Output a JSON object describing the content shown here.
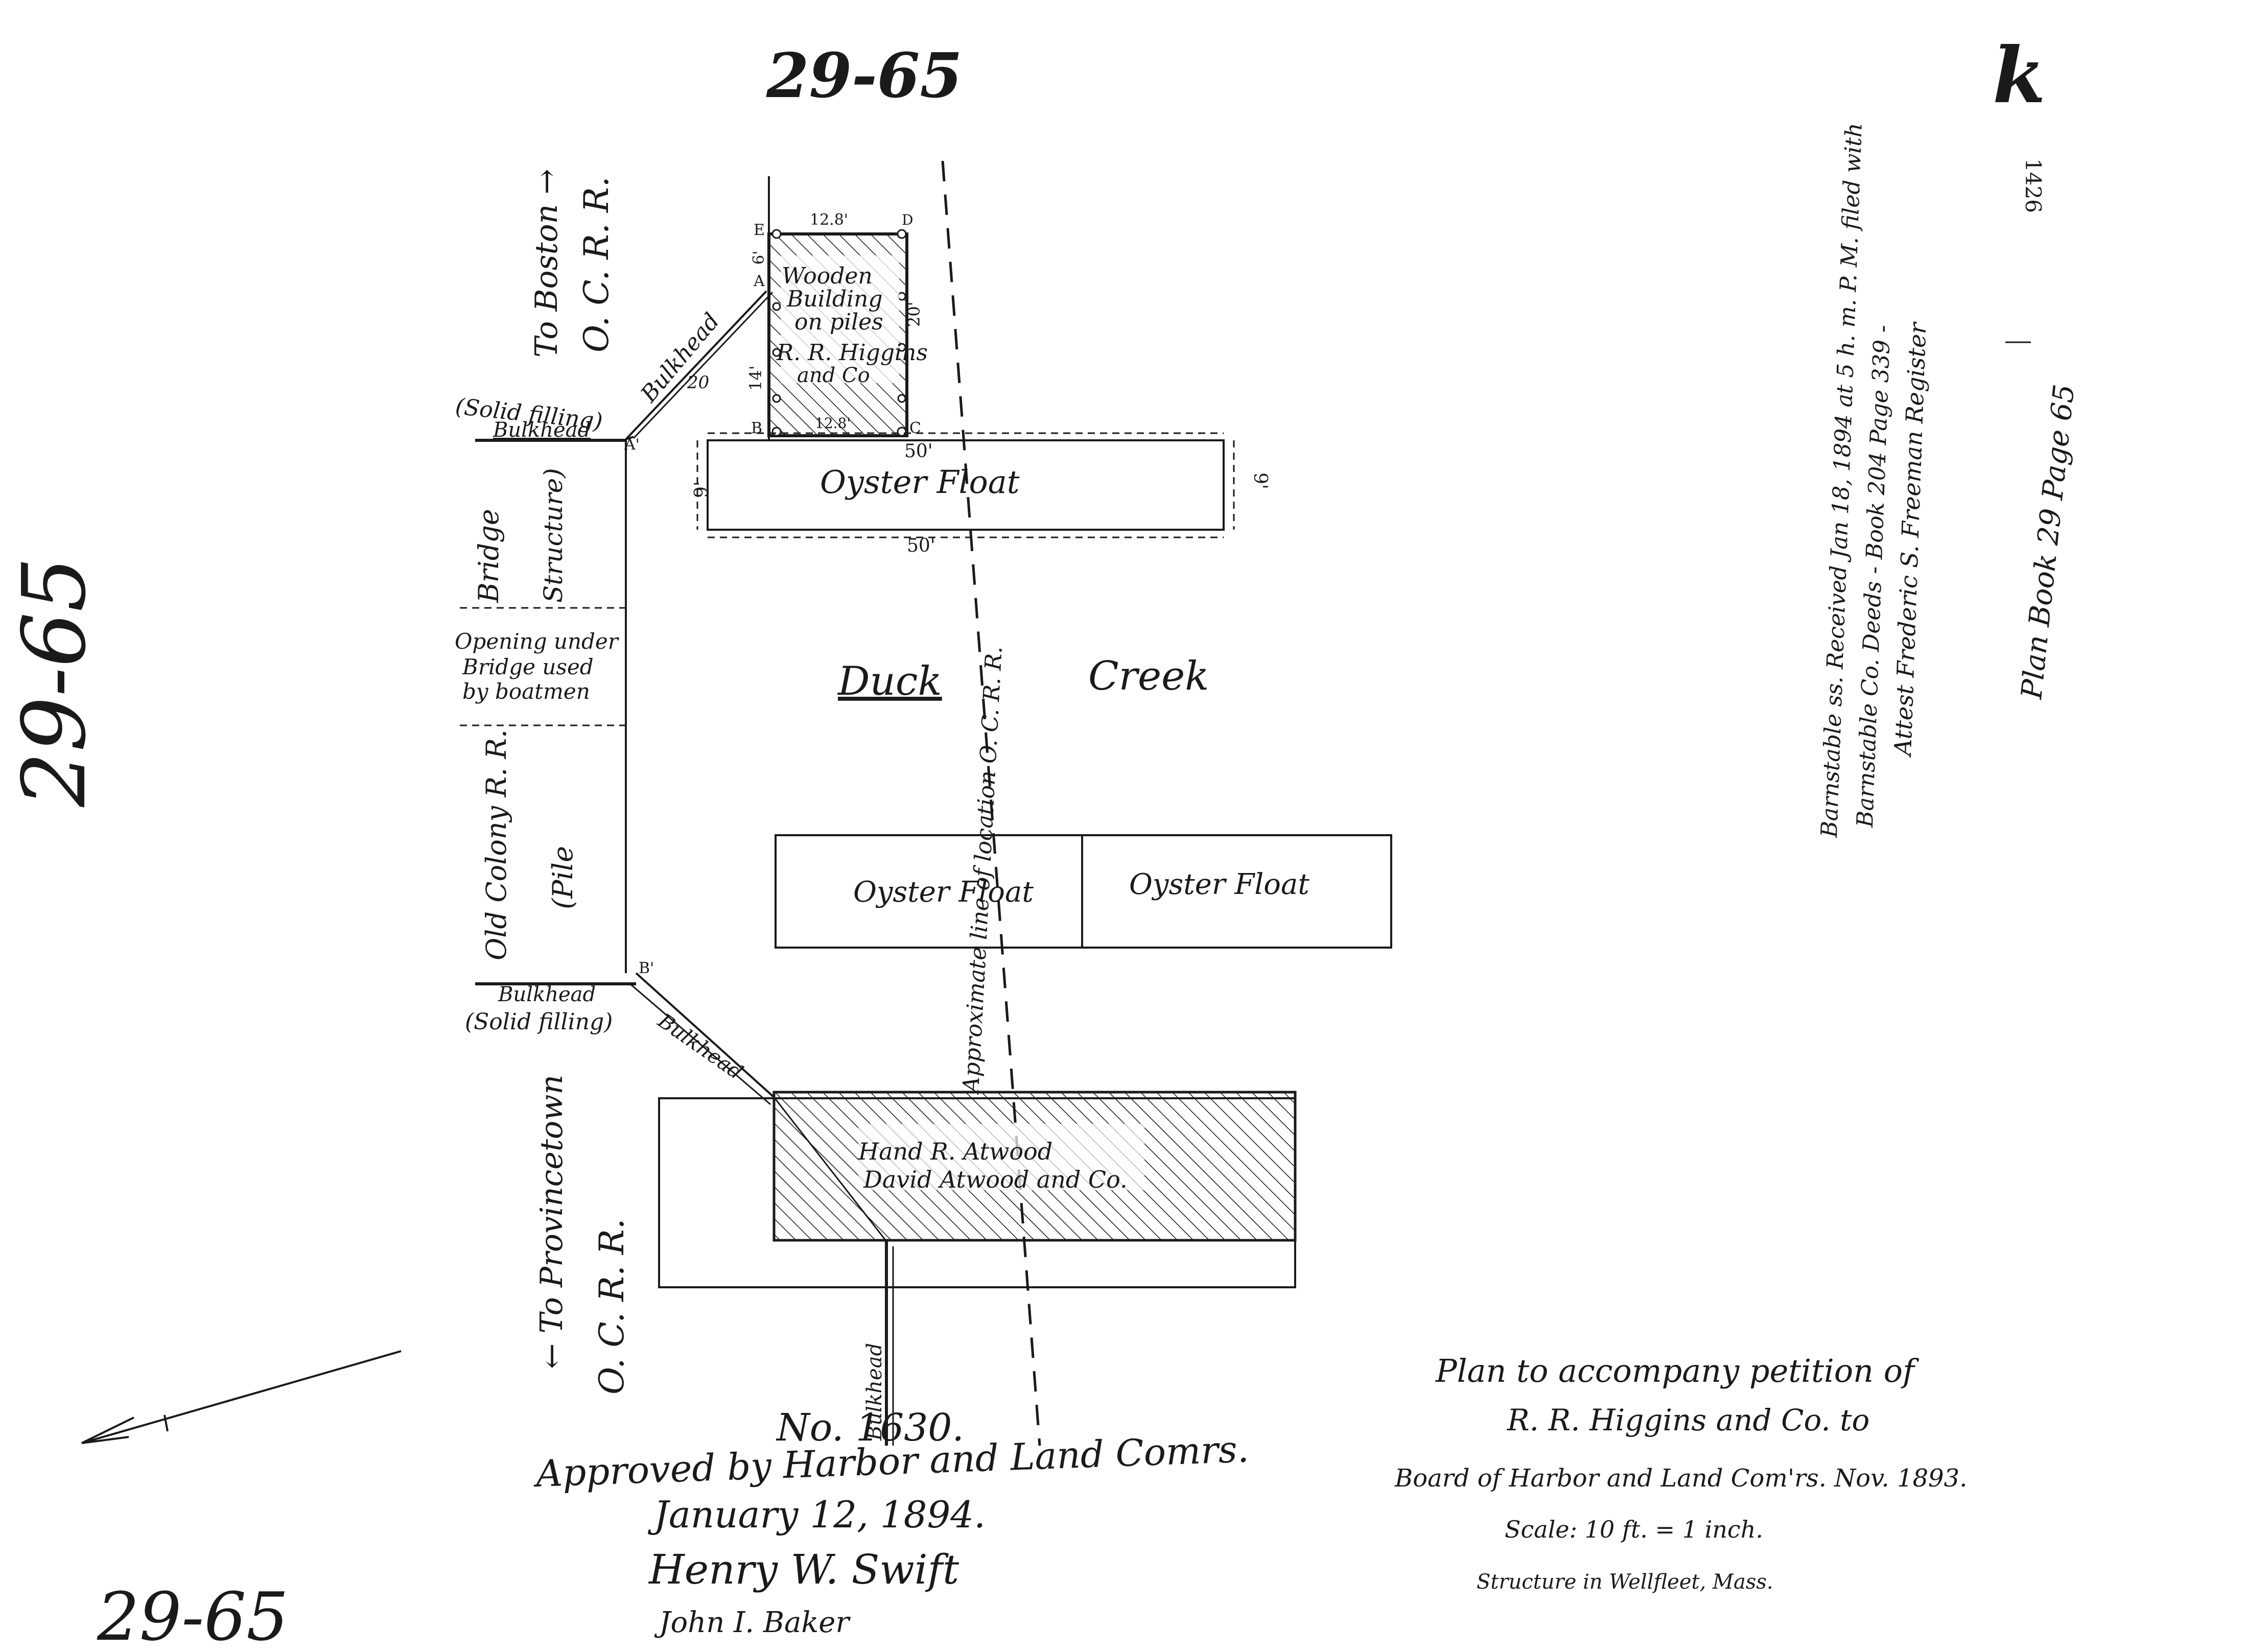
{
  "plan_number": "29-65",
  "side_number": "29-65",
  "bottom_number": "29-65",
  "corner_mark": "k",
  "page_ref": "1426",
  "directions": {
    "to_boston": "To Boston →",
    "ocrr_top": "O. C. R. R.",
    "to_provincetown": "← To Provincetown",
    "ocrr_bottom": "O. C. R. R."
  },
  "labels": {
    "solid_filling_top": "(Solid filling)",
    "bulkhead_top_left": "Bulkhead",
    "bulkhead_diag_top": "Bulkhead",
    "bulkhead_diag_num": "20",
    "bridge": "Bridge",
    "structure": "Structure)",
    "opening_1": "Opening under",
    "opening_2": "Bridge used",
    "opening_3": "by boatmen",
    "old_colony": "Old Colony R. R.",
    "pile": "(Pile",
    "bulkhead_bottom_left": "Bulkhead",
    "solid_filling_bottom": "(Solid filling)",
    "bulkhead_diag_bottom": "Bulkhead",
    "bulkhead_vertical": "Bulkhead",
    "building_1": "Wooden",
    "building_2": "Building",
    "building_3": "on piles",
    "building_4": "R. R. Higgins",
    "building_5": "and Co",
    "oyster_float_top": "Oyster Float",
    "oyster_float_left": "Oyster Float",
    "oyster_float_right": "Oyster Float",
    "duck": "Duck",
    "creek": "Creek",
    "location_line": "Approximate line of location O. C. R. R.",
    "atwood_1": "Hand R. Atwood",
    "atwood_2": "David Atwood and Co."
  },
  "dimensions": {
    "top_width": "12.8'",
    "bottom_width": "12.8'",
    "right_side": "20'",
    "left_side": "14'",
    "offset": "6'",
    "float_top_width": "50'",
    "float_bottom_width": "50'",
    "float_left_height": "9'",
    "float_right_height": "9'"
  },
  "points": {
    "e": "E",
    "d": "D",
    "a": "A",
    "b": "B",
    "c": "C",
    "a_prime": "A'",
    "b_prime": "B'"
  },
  "title_block": {
    "line1": "Plan to accompany petition of",
    "line2": "R. R. Higgins and Co. to",
    "line3": "Board of Harbor and Land Com'rs. Nov. 1893.",
    "scale": "Scale: 10 ft. = 1 inch.",
    "structure": "Structure in Wellfleet, Mass."
  },
  "approval": {
    "number": "No. 1630.",
    "approved": "Approved by Harbor and Land Comrs.",
    "date": "January 12, 1894.",
    "sig1": "Henry W. Swift",
    "sig2": "John I. Baker"
  },
  "registry": {
    "line1": "Barnstable ss. Received Jan 18, 1894 at 5 h. m. P. M. filed with",
    "line2": "Barnstable Co. Deeds - Book 204 Page 339 -",
    "line3": "Attest Frederic S. Freeman Register",
    "plan_book": "Plan Book 29 Page 65"
  }
}
